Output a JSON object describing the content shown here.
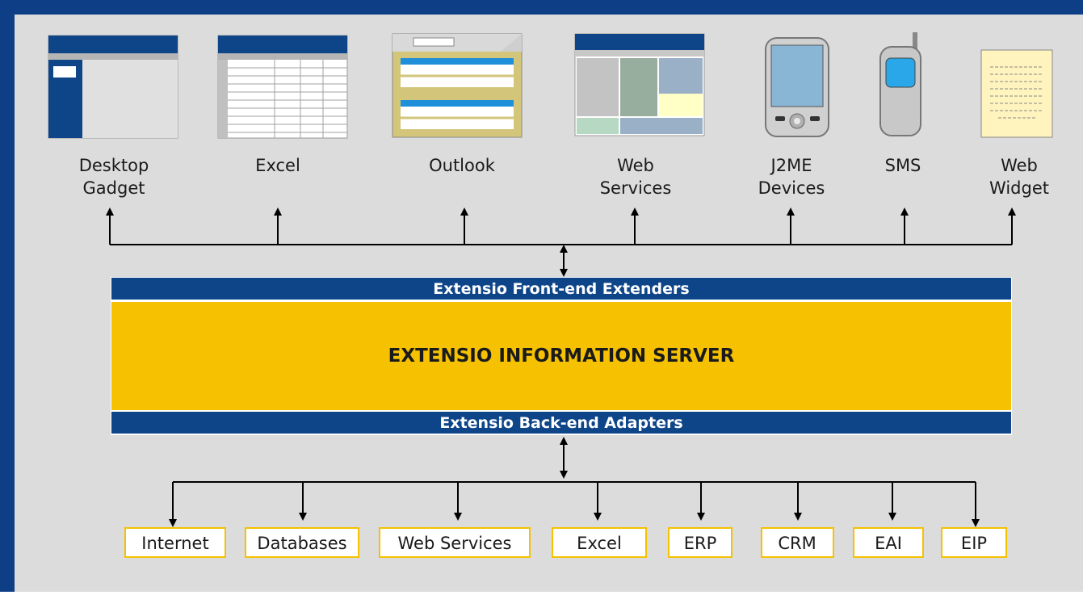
{
  "colors": {
    "border": "#0e3f86",
    "background": "#dcdcdc",
    "navy": "#0e4589",
    "gold": "#f5c100",
    "line": "#000000"
  },
  "server": {
    "front_end_label": "Extensio Front-end Extenders",
    "title": "EXTENSIO INFORMATION SERVER",
    "back_end_label": "Extensio Back-end Adapters"
  },
  "clients": [
    {
      "name": "Desktop",
      "name2": "Gadget",
      "icon": "desktop-gadget-window-icon"
    },
    {
      "name": "Excel",
      "name2": "",
      "icon": "excel-spreadsheet-icon"
    },
    {
      "name": "Outlook",
      "name2": "",
      "icon": "outlook-window-icon"
    },
    {
      "name": "Web",
      "name2": "Services",
      "icon": "web-services-window-icon"
    },
    {
      "name": "J2ME",
      "name2": "Devices",
      "icon": "pda-device-icon"
    },
    {
      "name": "SMS",
      "name2": "",
      "icon": "mobile-phone-icon"
    },
    {
      "name": "Web",
      "name2": "Widget",
      "icon": "web-widget-note-icon"
    }
  ],
  "sources": [
    {
      "label": "Internet"
    },
    {
      "label": "Databases"
    },
    {
      "label": "Web Services"
    },
    {
      "label": "Excel"
    },
    {
      "label": "ERP"
    },
    {
      "label": "CRM"
    },
    {
      "label": "EAI"
    },
    {
      "label": "EIP"
    }
  ]
}
